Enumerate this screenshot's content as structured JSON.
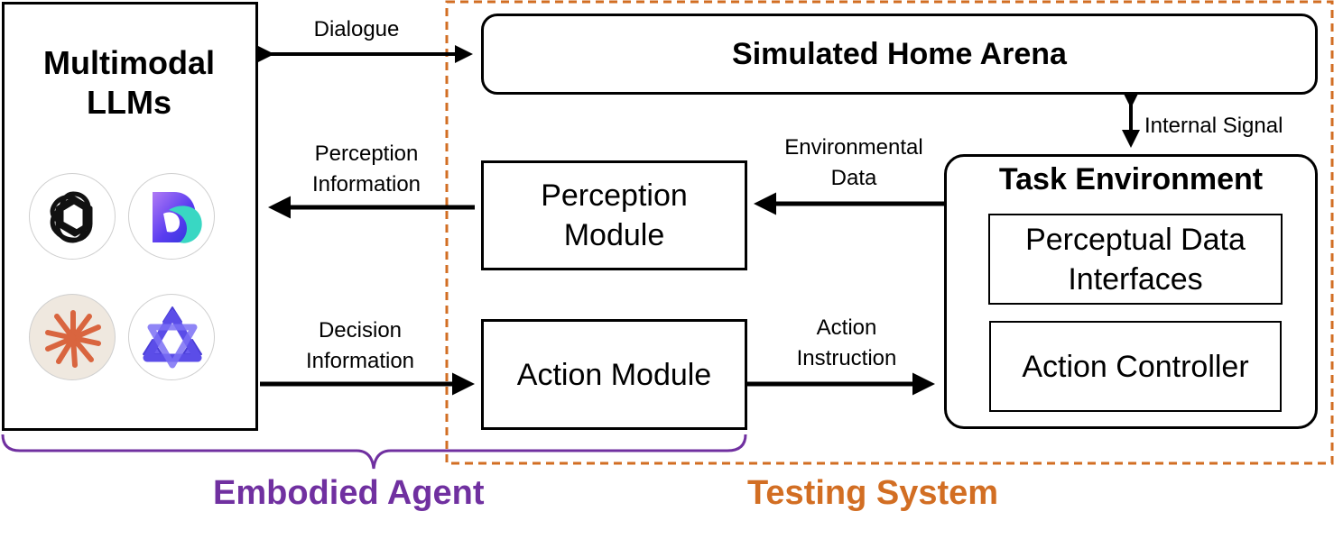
{
  "colors": {
    "embodied": "#7030A0",
    "testing": "#D26E23",
    "line": "#000000"
  },
  "llm": {
    "title_line1": "Multimodal",
    "title_line2": "LLMs",
    "logos": [
      "openai-logo",
      "doubao-logo",
      "claude-logo",
      "qwen-logo"
    ]
  },
  "arena": {
    "title": "Simulated Home Arena"
  },
  "task_env": {
    "title": "Task Environment",
    "perceptual_interfaces": "Perceptual Data Interfaces",
    "action_controller": "Action Controller"
  },
  "perception_module": {
    "line1": "Perception",
    "line2": "Module"
  },
  "action_module": {
    "label": "Action Module"
  },
  "edges": {
    "dialogue": "Dialogue",
    "internal_signal": "Internal Signal",
    "perception_info_1": "Perception",
    "perception_info_2": "Information",
    "environmental_data_1": "Environmental",
    "environmental_data_2": "Data",
    "decision_info_1": "Decision",
    "decision_info_2": "Information",
    "action_instruction_1": "Action",
    "action_instruction_2": "Instruction"
  },
  "groups": {
    "embodied_agent": "Embodied Agent",
    "testing_system": "Testing System"
  }
}
